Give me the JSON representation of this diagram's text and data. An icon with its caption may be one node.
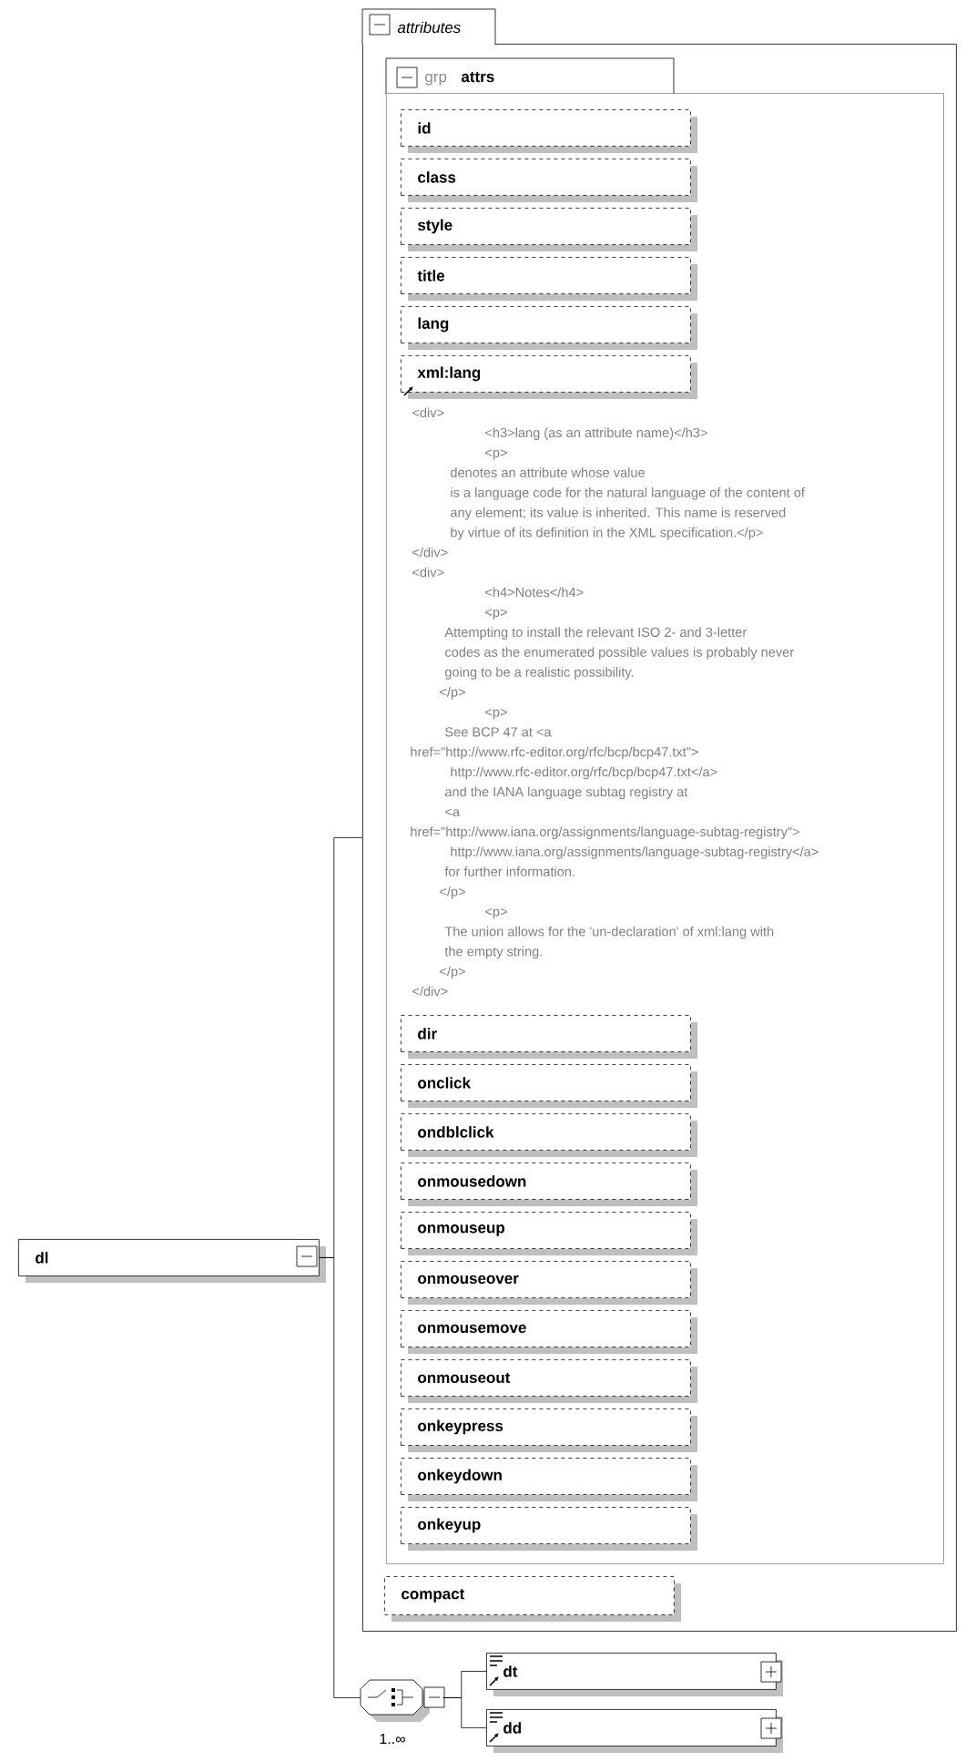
{
  "diagram": {
    "nodes": [
      {
        "text": [
          "dl"
        ]
      },
      {
        "text": [
          "attributes"
        ]
      },
      {
        "text": [
          "grp",
          "attrs"
        ],
        "in": 1
      },
      {
        "text": [],
        "shape": "box",
        "in": 1
      },
      {
        "text": [
          "id"
        ],
        "in": 3
      },
      {
        "text": [
          "class"
        ],
        "in": 3
      },
      {
        "text": [
          "style"
        ],
        "in": 3
      },
      {
        "text": [
          "title"
        ],
        "in": 3
      },
      {
        "text": [
          "lang"
        ],
        "in": 3
      },
      {
        "text": [
          "xml:lang"
        ],
        "in": 3,
        "beside": [
          "<div>",
          "<h3>lang (as an attribute name)</h3>",
          "<p>",
          "denotes an attribute whose value",
          "is a language code for the natural language of the content of",
          "any element; its value is inherited. This name is reserved",
          "by virtue of its definition in the XML specification.</p>",
          "</div>",
          "<div>",
          "<h4>Notes</h4>",
          "<p>",
          "Attempting to install the relevant ISO 2- and 3-letter",
          "codes as the enumerated possible values is probably never",
          "going to be a realistic possibility.",
          "</p>",
          "<p>",
          "See BCP 47 at <a",
          "href=\"http://www.rfc-editor.org/rfc/bcp/bcp47.txt\">",
          "http://www.rfc-editor.org/rfc/bcp/bcp47.txt</a>",
          "and the IANA language subtag registry at",
          "<a",
          "href=\"http://www.iana.org/assignments/language-subtag-registry\">",
          "http://www.iana.org/assignments/language-subtag-registry</a>",
          "for further information.",
          "</p>",
          "<p>",
          "The union allows for the 'un-declaration' of xml:lang with",
          "the empty string.",
          "</p>",
          "</div>"
        ]
      },
      {
        "text": [
          "dir"
        ],
        "in": 3
      },
      {
        "text": [
          "onclick"
        ],
        "in": 3
      },
      {
        "text": [
          "ondblclick"
        ],
        "in": 3
      },
      {
        "text": [
          "onmousedown"
        ],
        "in": 3
      },
      {
        "text": [
          "onmouseup"
        ],
        "in": 3
      },
      {
        "text": [
          "onmouseover"
        ],
        "in": 3
      },
      {
        "text": [
          "onmousemove"
        ],
        "in": 3
      },
      {
        "text": [
          "onmouseout"
        ],
        "in": 3
      },
      {
        "text": [
          "onkeypress"
        ],
        "in": 3
      },
      {
        "text": [
          "onkeydown"
        ],
        "in": 3
      },
      {
        "text": [
          "onkeyup"
        ],
        "in": 3
      },
      {
        "text": [
          "compact"
        ],
        "in": 1
      },
      {
        "text": [],
        "shape": "octagon",
        "beside": [
          "1..∞"
        ]
      },
      {
        "text": [
          "dt"
        ]
      },
      {
        "text": [
          "dd"
        ]
      }
    ],
    "edges": [
      {
        "from": 0,
        "to": 1,
        "arrow": "none"
      },
      {
        "from": 0,
        "to": 22,
        "arrow": "none"
      },
      {
        "from": 22,
        "to": 23,
        "arrow": "none"
      },
      {
        "from": 22,
        "to": 24,
        "arrow": "none"
      }
    ]
  }
}
